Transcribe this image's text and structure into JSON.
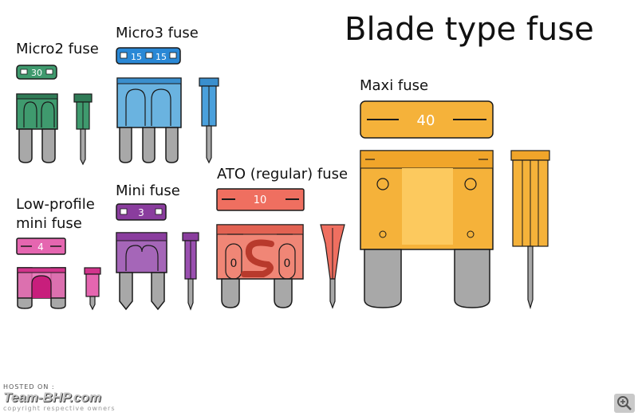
{
  "title": "Blade type fuse",
  "labels": {
    "micro2": "Micro2 fuse",
    "micro3": "Micro3 fuse",
    "lowprofile_1": "Low-profile",
    "lowprofile_2": "mini fuse",
    "mini": "Mini fuse",
    "ato": "ATO (regular) fuse",
    "maxi": "Maxi fuse"
  },
  "ratings": {
    "micro2": "30",
    "micro3_a": "15",
    "micro3_b": "15",
    "lowprofile": "4",
    "mini": "3",
    "ato": "10",
    "maxi": "40"
  },
  "colors": {
    "micro2": "#3f9a6e",
    "micro3": "#3a8fce",
    "lowprofile": "#e0489a",
    "mini": "#8a3d9e",
    "ato": "#ef6f60",
    "maxi": "#f5b23a",
    "metal": "#a8a8a8"
  },
  "watermark": {
    "hosted": "HOSTED ON :",
    "brand": "Team-BHP.com",
    "copyright": "copyright respective owners"
  },
  "zoom_icon": "zoom-in-icon"
}
